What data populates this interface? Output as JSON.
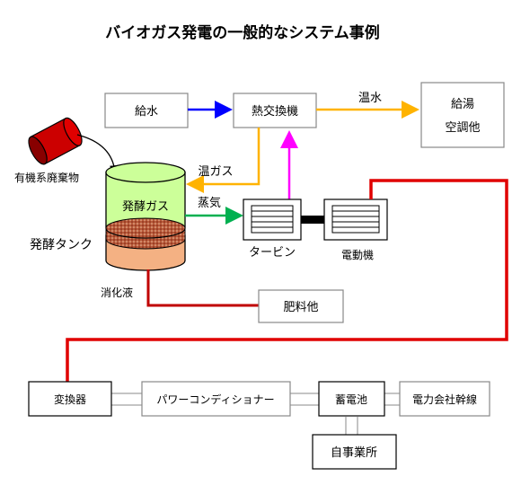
{
  "title": "バイオガス発電の一般的なシステム事例",
  "labels": {
    "water_supply": "給水",
    "heat_exchanger": "熱交換機",
    "hot_water": "温水",
    "hot_water_supply": "給湯",
    "air_conditioning": "空調他",
    "organic_waste": "有機系廃棄物",
    "warm_gas": "温ガス",
    "fermentation_gas": "発酵ガス",
    "steam": "蒸気",
    "fermentation_tank": "発酵タンク",
    "turbine": "タービン",
    "generator": "電動機",
    "digestion_liquid": "消化液",
    "fertilizer": "肥料他",
    "converter": "変換器",
    "power_conditioner": "パワーコンディショナー",
    "battery": "蓄電池",
    "grid_line": "電力会社幹線",
    "own_facility": "自事業所"
  },
  "colors": {
    "water_arrow": "#0000ff",
    "hot_arrow": "#ffb300",
    "steam_arrow": "#00b050",
    "exhaust_arrow": "#ff00ff",
    "power_line": "#e00000",
    "digestate_line": "#c00000",
    "gas_fill": "#ccff99",
    "liquid_fill": "#f4b183",
    "waste_red": "#cc0000"
  }
}
